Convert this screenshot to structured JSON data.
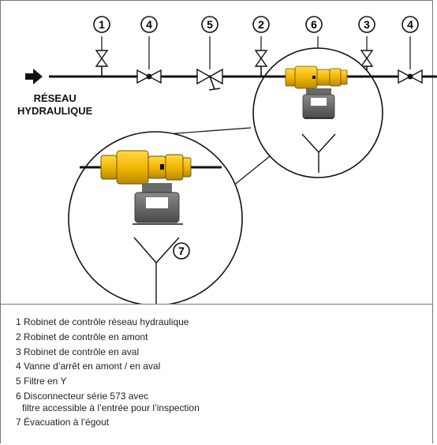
{
  "network_label": {
    "line1": "RÉSEAU",
    "line2": "HYDRAULIQUE"
  },
  "callouts": {
    "c1": "1",
    "c4a": "4",
    "c5": "5",
    "c2": "2",
    "c6": "6",
    "c3": "3",
    "c4b": "4",
    "c7": "7"
  },
  "legend": [
    {
      "line1": "1 Robinet de contrôle réseau hydraulique"
    },
    {
      "line1": "2 Robinet de contrôle en amont"
    },
    {
      "line1": "3 Robinet de contrôle en aval"
    },
    {
      "line1": "4 Vanne d’arrêt en amont / en aval"
    },
    {
      "line1": "5 Filtre en Y"
    },
    {
      "line1": "6 Disconnecteur série 573 avec",
      "line2": "filtre accessible à l’entrée pour l’inspection"
    },
    {
      "line1": "7 Évacuation à l’égout"
    }
  ],
  "colors": {
    "pipe": "#111111",
    "brass": "#f2b705",
    "brass_dark": "#b88a00",
    "housing": "#555555",
    "housing_light": "#8a8a8a"
  }
}
